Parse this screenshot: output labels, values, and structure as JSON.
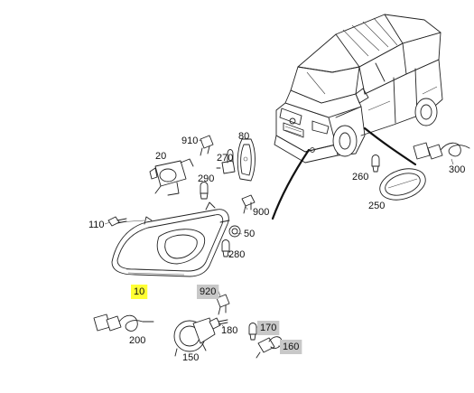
{
  "diagram": {
    "colors": {
      "background": "#ffffff",
      "line": "#222222",
      "highlight_yellow": "#ffff33",
      "highlight_gray": "#c8c8c8"
    },
    "parts": [
      {
        "id": "p910",
        "label": "910",
        "highlight": "none",
        "icon": "connector-plug"
      },
      {
        "id": "p80",
        "label": "80",
        "highlight": "none",
        "icon": "bulb-socket-panel"
      },
      {
        "id": "p20",
        "label": "20",
        "highlight": "none",
        "icon": "leveling-motor"
      },
      {
        "id": "p270",
        "label": "270",
        "highlight": "none",
        "icon": "halogen-bulb"
      },
      {
        "id": "p290",
        "label": "290",
        "highlight": "none",
        "icon": "small-bulb"
      },
      {
        "id": "p110",
        "label": "110",
        "highlight": "none",
        "icon": "bolt"
      },
      {
        "id": "p900",
        "label": "900",
        "highlight": "none",
        "icon": "clip"
      },
      {
        "id": "p50",
        "label": "50",
        "highlight": "none",
        "icon": "cap"
      },
      {
        "id": "p280",
        "label": "280",
        "highlight": "none",
        "icon": "bulb"
      },
      {
        "id": "p10",
        "label": "10",
        "highlight": "yellow",
        "icon": "headlamp-assembly"
      },
      {
        "id": "p920",
        "label": "920",
        "highlight": "gray",
        "icon": "clip"
      },
      {
        "id": "p200",
        "label": "200",
        "highlight": "none",
        "icon": "wiring-harness"
      },
      {
        "id": "p180",
        "label": "180",
        "highlight": "none",
        "icon": "bolt"
      },
      {
        "id": "p170",
        "label": "170",
        "highlight": "gray",
        "icon": "small-bulb"
      },
      {
        "id": "p160",
        "label": "160",
        "highlight": "gray",
        "icon": "fog-bulb"
      },
      {
        "id": "p150",
        "label": "150",
        "highlight": "none",
        "icon": "fog-lamp"
      },
      {
        "id": "p260",
        "label": "260",
        "highlight": "none",
        "icon": "small-bulb"
      },
      {
        "id": "p250",
        "label": "250",
        "highlight": "none",
        "icon": "side-repeater-lamp"
      },
      {
        "id": "p300",
        "label": "300",
        "highlight": "none",
        "icon": "connector-harness"
      }
    ]
  }
}
